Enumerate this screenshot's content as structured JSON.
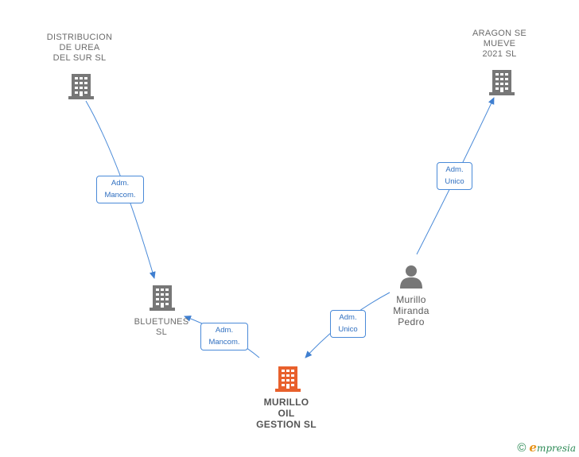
{
  "nodes": {
    "distribucion": {
      "label": "DISTRIBUCION\nDE UREA\nDEL SUR  SL",
      "icon": "building-icon",
      "color": "#777777"
    },
    "aragon": {
      "label": "ARAGON SE\nMUEVE\n2021  SL",
      "icon": "building-icon",
      "color": "#777777"
    },
    "bluetunes": {
      "label": "BLUETUNES\nSL",
      "icon": "building-icon",
      "color": "#777777"
    },
    "murillo_oil": {
      "label": "MURILLO\nOIL\nGESTION  SL",
      "icon": "building-icon",
      "color": "#e8602c"
    },
    "murillo_pedro": {
      "label": "Murillo\nMiranda\nPedro",
      "icon": "person-icon",
      "color": "#777777"
    }
  },
  "edges": {
    "dist_to_bluetunes": {
      "label": "Adm.\nMancom."
    },
    "oil_to_bluetunes": {
      "label": "Adm.\nMancom."
    },
    "pedro_to_oil": {
      "label": "Adm.\nUnico"
    },
    "pedro_to_aragon": {
      "label": "Adm.\nUnico"
    }
  },
  "footer": {
    "copyright": "©",
    "brand_initial": "e",
    "brand_rest": "mpresia"
  },
  "colors": {
    "edge": "#4a8ad8",
    "node": "#777777",
    "focus": "#e8602c"
  }
}
